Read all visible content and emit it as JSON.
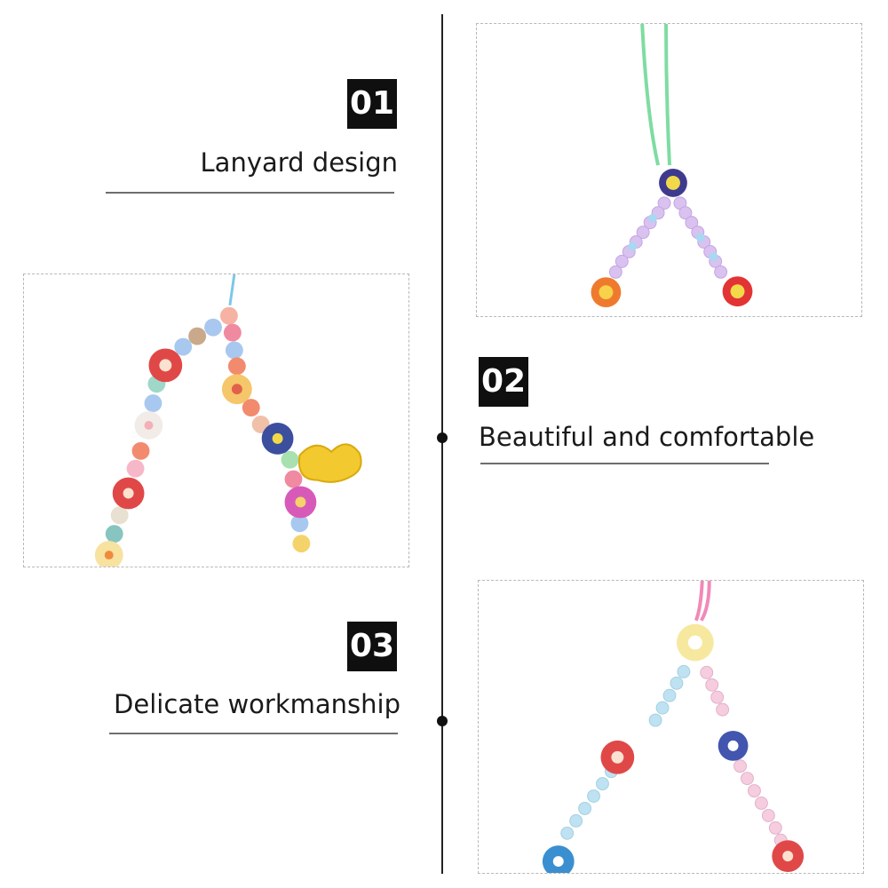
{
  "features": [
    {
      "number": "01",
      "title": "Lanyard design"
    },
    {
      "number": "02",
      "title": "Beautiful and comfortable"
    },
    {
      "number": "03",
      "title": "Delicate workmanship"
    }
  ],
  "colors": {
    "badge_bg": "#0f0f0f",
    "badge_text": "#ffffff",
    "text": "#1a1a1a",
    "rule": "#6e6e6e",
    "frame_border": "#b8b8b8"
  },
  "images": [
    {
      "icon": "green-cord-beaded-strap-photo"
    },
    {
      "icon": "pastel-flower-beaded-strap-photo"
    },
    {
      "icon": "pink-cord-glass-bead-strap-photo"
    }
  ]
}
